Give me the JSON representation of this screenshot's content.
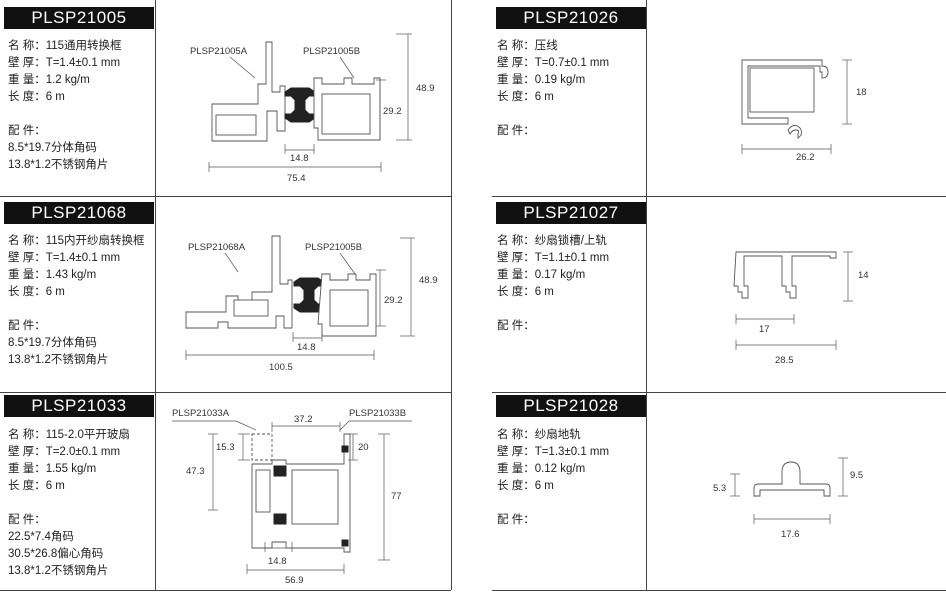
{
  "cards": [
    {
      "code": "PLSP21005",
      "specs": [
        "名 称：115通用转换框",
        "壁 厚：T=1.4±0.1 mm",
        "重 量：1.2 kg/m",
        "长 度：6 m"
      ],
      "acc_label": "配 件：",
      "accessories": [
        "8.5*19.7分体角码",
        "13.8*1.2不锈钢角片"
      ],
      "drawing": {
        "label_a": "PLSP21005A",
        "label_b": "PLSP21005B",
        "dims": [
          "48.9",
          "29.2",
          "14.8",
          "75.4"
        ]
      }
    },
    {
      "code": "PLSP21068",
      "specs": [
        "名 称：115内开纱扇转换框",
        "壁 厚：T=1.4±0.1 mm",
        "重 量：1.43 kg/m",
        "长 度：6 m"
      ],
      "acc_label": "配 件：",
      "accessories": [
        "8.5*19.7分体角码",
        "13.8*1.2不锈钢角片"
      ],
      "drawing": {
        "label_a": "PLSP21068A",
        "label_b": "PLSP21005B",
        "dims": [
          "48.9",
          "29.2",
          "14.8",
          "100.5"
        ]
      }
    },
    {
      "code": "PLSP21033",
      "specs": [
        "名 称：115-2.0平开玻扇",
        "壁 厚：T=2.0±0.1 mm",
        "重 量：1.55 kg/m",
        "长 度：6 m"
      ],
      "acc_label": "配 件：",
      "accessories": [
        "22.5*7.4角码",
        "30.5*26.8偏心角码",
        "13.8*1.2不锈钢角片"
      ],
      "drawing": {
        "label_a": "PLSP21033A",
        "label_b": "PLSP21033B",
        "dims": [
          "37.2",
          "15.3",
          "20",
          "47.3",
          "77",
          "14.8",
          "56.9"
        ]
      }
    },
    {
      "code": "PLSP21026",
      "specs": [
        "名 称：压线",
        "壁 厚：T=0.7±0.1 mm",
        "重 量：0.19 kg/m",
        "长 度：6 m"
      ],
      "acc_label": "配 件：",
      "accessories": [],
      "drawing": {
        "dims": [
          "18",
          "26.2"
        ]
      }
    },
    {
      "code": "PLSP21027",
      "specs": [
        "名 称：纱扇锁槽/上轨",
        "壁 厚：T=1.1±0.1 mm",
        "重 量：0.17 kg/m",
        "长 度：6 m"
      ],
      "acc_label": "配 件：",
      "accessories": [],
      "drawing": {
        "dims": [
          "14",
          "17",
          "28.5"
        ]
      }
    },
    {
      "code": "PLSP21028",
      "specs": [
        "名 称：纱扇地轨",
        "壁 厚：T=1.3±0.1 mm",
        "重 量：0.12 kg/m",
        "长 度：6 m"
      ],
      "acc_label": "配 件：",
      "accessories": [],
      "drawing": {
        "dims": [
          "9.5",
          "5.3",
          "17.6"
        ]
      }
    }
  ]
}
